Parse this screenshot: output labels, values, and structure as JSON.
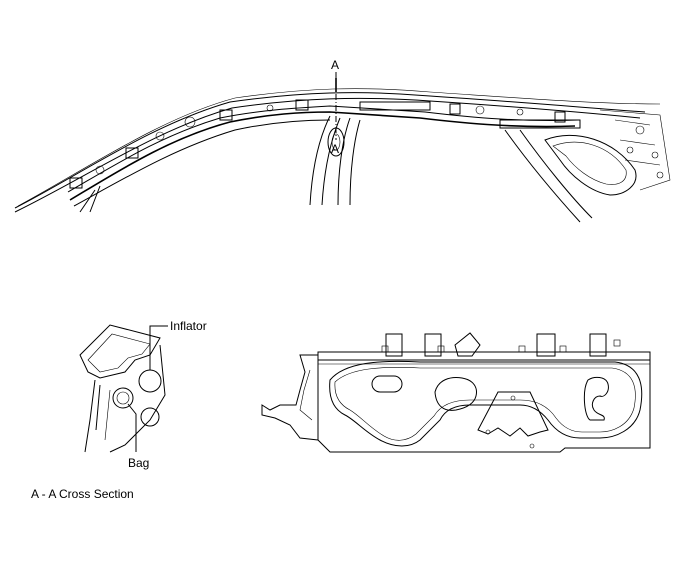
{
  "section_markers": {
    "top": "A",
    "bottom": "A"
  },
  "callouts": {
    "inflator": "Inflator",
    "bag": "Bag"
  },
  "caption": "A - A Cross Section"
}
